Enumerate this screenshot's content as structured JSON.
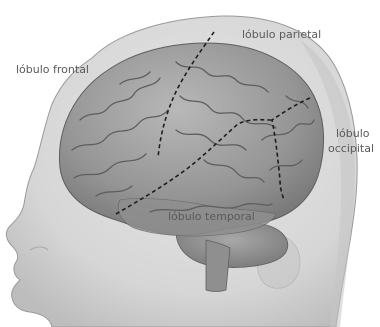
{
  "labels": {
    "frontal": "lóbulo frontal",
    "parietal": "lóbulo parietal",
    "occipital_line1": "lóbulo",
    "occipital_line2": "occipital",
    "temporal": "lóbulo temporal"
  },
  "colors": {
    "head": "#d9d9d9",
    "head_shade": "#c4c4c4",
    "head_edge": "#9a9a9a",
    "brain": "#8f8f8f",
    "brain_light": "#b5b5b5",
    "brain_dark": "#5e5e5e",
    "divider": "#1e1e1e",
    "label": "#5a5a5a"
  },
  "icons": {
    "head": "head-silhouette-icon",
    "brain": "brain-icon"
  }
}
